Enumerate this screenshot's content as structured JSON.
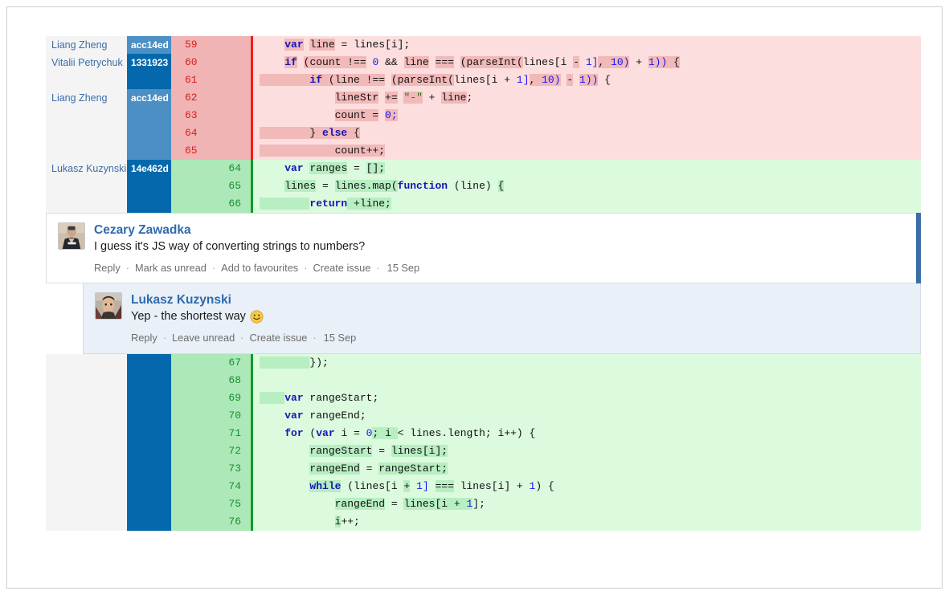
{
  "diff_top": {
    "rows": [
      {
        "author": "Liang Zheng",
        "sha": "acc14ed",
        "sha_style": "a",
        "line": "59",
        "type": "del",
        "tokens": [
          {
            "t": "    ",
            "c": ""
          },
          {
            "t": "var",
            "c": "kw hl-del"
          },
          {
            "t": " ",
            "c": ""
          },
          {
            "t": "line",
            "c": "hl-del"
          },
          {
            "t": " = ",
            "c": ""
          },
          {
            "t": "lines[i];",
            "c": ""
          }
        ]
      },
      {
        "author": "Vitalii Petrychuk",
        "sha": "1331923",
        "sha_style": "b",
        "line": "60",
        "type": "del",
        "tokens": [
          {
            "t": "    ",
            "c": ""
          },
          {
            "t": "if",
            "c": "kw hl-del"
          },
          {
            "t": " ",
            "c": ""
          },
          {
            "t": "(count !==",
            "c": "hl-del"
          },
          {
            "t": " ",
            "c": ""
          },
          {
            "t": "0",
            "c": "num"
          },
          {
            "t": " && ",
            "c": ""
          },
          {
            "t": "line",
            "c": "hl-del"
          },
          {
            "t": " ",
            "c": ""
          },
          {
            "t": "===",
            "c": "hl-del"
          },
          {
            "t": " ",
            "c": ""
          },
          {
            "t": "(parseInt(",
            "c": "hl-del"
          },
          {
            "t": "lines[i ",
            "c": ""
          },
          {
            "t": "-",
            "c": "hl-del"
          },
          {
            "t": " ",
            "c": ""
          },
          {
            "t": "1]",
            "c": "num"
          },
          {
            "t": ", ",
            "c": "hl-del"
          },
          {
            "t": "10)",
            "c": "num hl-del"
          },
          {
            "t": " + ",
            "c": ""
          },
          {
            "t": "1))",
            "c": "num hl-del"
          },
          {
            "t": " {",
            "c": "hl-del"
          }
        ]
      },
      {
        "author": "",
        "sha": "",
        "sha_style": "b",
        "line": "61",
        "type": "del",
        "tokens": [
          {
            "t": "        ",
            "c": "hl-del"
          },
          {
            "t": "if",
            "c": "kw hl-del"
          },
          {
            "t": " (line !==",
            "c": "hl-del"
          },
          {
            "t": " ",
            "c": ""
          },
          {
            "t": "(parseInt(",
            "c": "hl-del"
          },
          {
            "t": "lines[i + ",
            "c": ""
          },
          {
            "t": "1]",
            "c": "num"
          },
          {
            "t": ", ",
            "c": "hl-del"
          },
          {
            "t": "10)",
            "c": "num hl-del"
          },
          {
            "t": " ",
            "c": ""
          },
          {
            "t": "-",
            "c": "hl-del"
          },
          {
            "t": " ",
            "c": ""
          },
          {
            "t": "1))",
            "c": "num hl-del"
          },
          {
            "t": " {",
            "c": ""
          }
        ]
      },
      {
        "author": "Liang Zheng",
        "sha": "acc14ed",
        "sha_style": "a",
        "line": "62",
        "type": "del",
        "tokens": [
          {
            "t": "            ",
            "c": ""
          },
          {
            "t": "lineStr",
            "c": "hl-del"
          },
          {
            "t": " ",
            "c": ""
          },
          {
            "t": "+=",
            "c": "hl-del"
          },
          {
            "t": " ",
            "c": ""
          },
          {
            "t": "\"-\"",
            "c": "str hl-del"
          },
          {
            "t": " + ",
            "c": ""
          },
          {
            "t": "line",
            "c": "hl-del"
          },
          {
            "t": ";",
            "c": ""
          }
        ]
      },
      {
        "author": "",
        "sha": "",
        "sha_style": "a",
        "line": "63",
        "type": "del",
        "tokens": [
          {
            "t": "            ",
            "c": ""
          },
          {
            "t": "count =",
            "c": "hl-del"
          },
          {
            "t": " ",
            "c": ""
          },
          {
            "t": "0;",
            "c": "num hl-del"
          }
        ]
      },
      {
        "author": "",
        "sha": "",
        "sha_style": "a",
        "line": "64",
        "type": "del",
        "tokens": [
          {
            "t": "        ",
            "c": "hl-del"
          },
          {
            "t": "} ",
            "c": "hl-del"
          },
          {
            "t": "else",
            "c": "kw hl-del"
          },
          {
            "t": " {",
            "c": "hl-del"
          }
        ]
      },
      {
        "author": "",
        "sha": "",
        "sha_style": "a",
        "line": "65",
        "type": "del",
        "tokens": [
          {
            "t": "            ",
            "c": "hl-del"
          },
          {
            "t": "count++;",
            "c": "hl-del"
          }
        ]
      },
      {
        "author": "Lukasz Kuzynski",
        "sha": "14e462d",
        "sha_style": "c",
        "line": "64",
        "type": "add",
        "tokens": [
          {
            "t": "    ",
            "c": ""
          },
          {
            "t": "var",
            "c": "kw"
          },
          {
            "t": " ",
            "c": ""
          },
          {
            "t": "ranges",
            "c": "hl-add"
          },
          {
            "t": " = ",
            "c": ""
          },
          {
            "t": "[];",
            "c": "hl-add"
          }
        ]
      },
      {
        "author": "",
        "sha": "",
        "sha_style": "c",
        "line": "65",
        "type": "add",
        "tokens": [
          {
            "t": "    ",
            "c": ""
          },
          {
            "t": "lines",
            "c": "hl-add"
          },
          {
            "t": " = ",
            "c": ""
          },
          {
            "t": "lines.map(",
            "c": "hl-add"
          },
          {
            "t": "function",
            "c": "kw"
          },
          {
            "t": " (line) ",
            "c": ""
          },
          {
            "t": "{",
            "c": "hl-add"
          }
        ]
      },
      {
        "author": "",
        "sha": "",
        "sha_style": "c",
        "line": "66",
        "type": "add",
        "tokens": [
          {
            "t": "        ",
            "c": "hl-add"
          },
          {
            "t": "return",
            "c": "kw"
          },
          {
            "t": " +line;",
            "c": "hl-add"
          }
        ]
      }
    ]
  },
  "comments": {
    "main": {
      "author": "Cezary Zawadka",
      "text": "I guess it's JS way of converting strings to numbers?",
      "actions": [
        "Reply",
        "Mark as unread",
        "Add to favourites",
        "Create issue"
      ],
      "date": "15 Sep",
      "avatar_icon": "user-photo-avatar",
      "accent_color": "#3a6fa5"
    },
    "reply": {
      "author": "Lukasz Kuzynski",
      "text": "Yep - the shortest way",
      "emoji": "smiley-face-emoji",
      "actions": [
        "Reply",
        "Leave unread",
        "Create issue"
      ],
      "date": "15 Sep",
      "avatar_icon": "user-photo-avatar"
    },
    "separator": "·"
  },
  "diff_bottom": {
    "rows": [
      {
        "author": "",
        "sha": "",
        "sha_style": "c",
        "line": "67",
        "type": "add",
        "tokens": [
          {
            "t": "        ",
            "c": "hl-add"
          },
          {
            "t": "});",
            "c": ""
          }
        ]
      },
      {
        "author": "",
        "sha": "",
        "sha_style": "c",
        "line": "68",
        "type": "add",
        "tokens": [
          {
            "t": "",
            "c": ""
          }
        ]
      },
      {
        "author": "",
        "sha": "",
        "sha_style": "c",
        "line": "69",
        "type": "add",
        "tokens": [
          {
            "t": "    ",
            "c": "hl-add"
          },
          {
            "t": "var",
            "c": "kw"
          },
          {
            "t": " rangeStart;",
            "c": ""
          }
        ]
      },
      {
        "author": "",
        "sha": "",
        "sha_style": "c",
        "line": "70",
        "type": "add",
        "tokens": [
          {
            "t": "    ",
            "c": ""
          },
          {
            "t": "var",
            "c": "kw"
          },
          {
            "t": " rangeEnd;",
            "c": ""
          }
        ]
      },
      {
        "author": "",
        "sha": "",
        "sha_style": "c",
        "line": "71",
        "type": "add",
        "tokens": [
          {
            "t": "    ",
            "c": ""
          },
          {
            "t": "for",
            "c": "kw"
          },
          {
            "t": " (",
            "c": ""
          },
          {
            "t": "var",
            "c": "kw"
          },
          {
            "t": " i = ",
            "c": ""
          },
          {
            "t": "0",
            "c": "num"
          },
          {
            "t": "; i ",
            "c": "hl-add"
          },
          {
            "t": "<",
            "c": ""
          },
          {
            "t": " lines.length; i++) {",
            "c": ""
          }
        ]
      },
      {
        "author": "",
        "sha": "",
        "sha_style": "c",
        "line": "72",
        "type": "add",
        "tokens": [
          {
            "t": "        ",
            "c": ""
          },
          {
            "t": "rangeStart",
            "c": "hl-add"
          },
          {
            "t": " = ",
            "c": ""
          },
          {
            "t": "lines[i];",
            "c": "hl-add"
          }
        ]
      },
      {
        "author": "",
        "sha": "",
        "sha_style": "c",
        "line": "73",
        "type": "add",
        "tokens": [
          {
            "t": "        ",
            "c": ""
          },
          {
            "t": "rangeEnd",
            "c": "hl-add"
          },
          {
            "t": " = ",
            "c": ""
          },
          {
            "t": "rangeStart;",
            "c": "hl-add"
          }
        ]
      },
      {
        "author": "",
        "sha": "",
        "sha_style": "c",
        "line": "74",
        "type": "add",
        "tokens": [
          {
            "t": "        ",
            "c": ""
          },
          {
            "t": "while",
            "c": "kw hl-add"
          },
          {
            "t": " (lines[i ",
            "c": ""
          },
          {
            "t": "+",
            "c": "hl-add"
          },
          {
            "t": " ",
            "c": ""
          },
          {
            "t": "1]",
            "c": "num"
          },
          {
            "t": " ",
            "c": ""
          },
          {
            "t": "===",
            "c": "hl-add"
          },
          {
            "t": " lines[i] + ",
            "c": ""
          },
          {
            "t": "1",
            "c": "num"
          },
          {
            "t": ") {",
            "c": ""
          }
        ]
      },
      {
        "author": "",
        "sha": "",
        "sha_style": "c",
        "line": "75",
        "type": "add",
        "tokens": [
          {
            "t": "            ",
            "c": ""
          },
          {
            "t": "rangeEnd",
            "c": "hl-add"
          },
          {
            "t": " = ",
            "c": ""
          },
          {
            "t": "lines[i + ",
            "c": "hl-add"
          },
          {
            "t": "1",
            "c": "num hl-add"
          },
          {
            "t": "];",
            "c": ""
          }
        ]
      },
      {
        "author": "",
        "sha": "",
        "sha_style": "c",
        "line": "76",
        "type": "add",
        "tokens": [
          {
            "t": "            ",
            "c": ""
          },
          {
            "t": "i",
            "c": "hl-add"
          },
          {
            "t": "++;",
            "c": ""
          }
        ]
      }
    ]
  }
}
